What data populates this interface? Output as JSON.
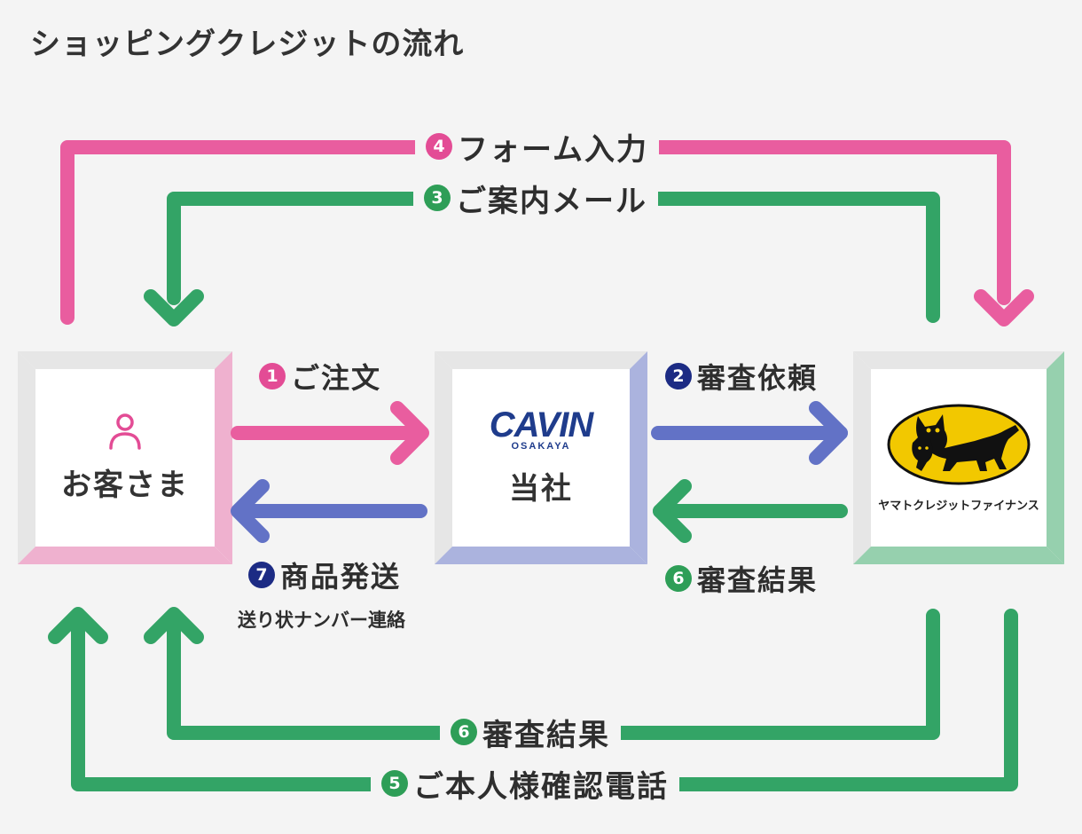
{
  "title": "ショッピングクレジットの流れ",
  "colors": {
    "pink": "#e95d9f",
    "green": "#33a466",
    "blue": "#6272c6",
    "navy": "#1c2b84",
    "background": "#f4f4f4"
  },
  "nodes": {
    "customer": {
      "label": "お客さま",
      "icon": "person-icon"
    },
    "company": {
      "logo_text": "CAVIN",
      "logo_sub": "OSAKAYA",
      "label": "当社"
    },
    "finance": {
      "logo_icon": "black-cat-icon",
      "logo_text": "ヤマトクレジットファイナンス"
    }
  },
  "flows": {
    "f1": {
      "num": "1",
      "label": "ご注文"
    },
    "f2": {
      "num": "2",
      "label": "審査依頼"
    },
    "f3": {
      "num": "3",
      "label": "ご案内メール"
    },
    "f4": {
      "num": "4",
      "label": "フォーム入力"
    },
    "f5": {
      "num": "5",
      "label": "ご本人様確認電話"
    },
    "f6a": {
      "num": "6",
      "label": "審査結果"
    },
    "f6b": {
      "num": "6",
      "label": "審査結果"
    },
    "f7": {
      "num": "7",
      "label": "商品発送",
      "note": "送り状ナンバー連絡"
    }
  }
}
